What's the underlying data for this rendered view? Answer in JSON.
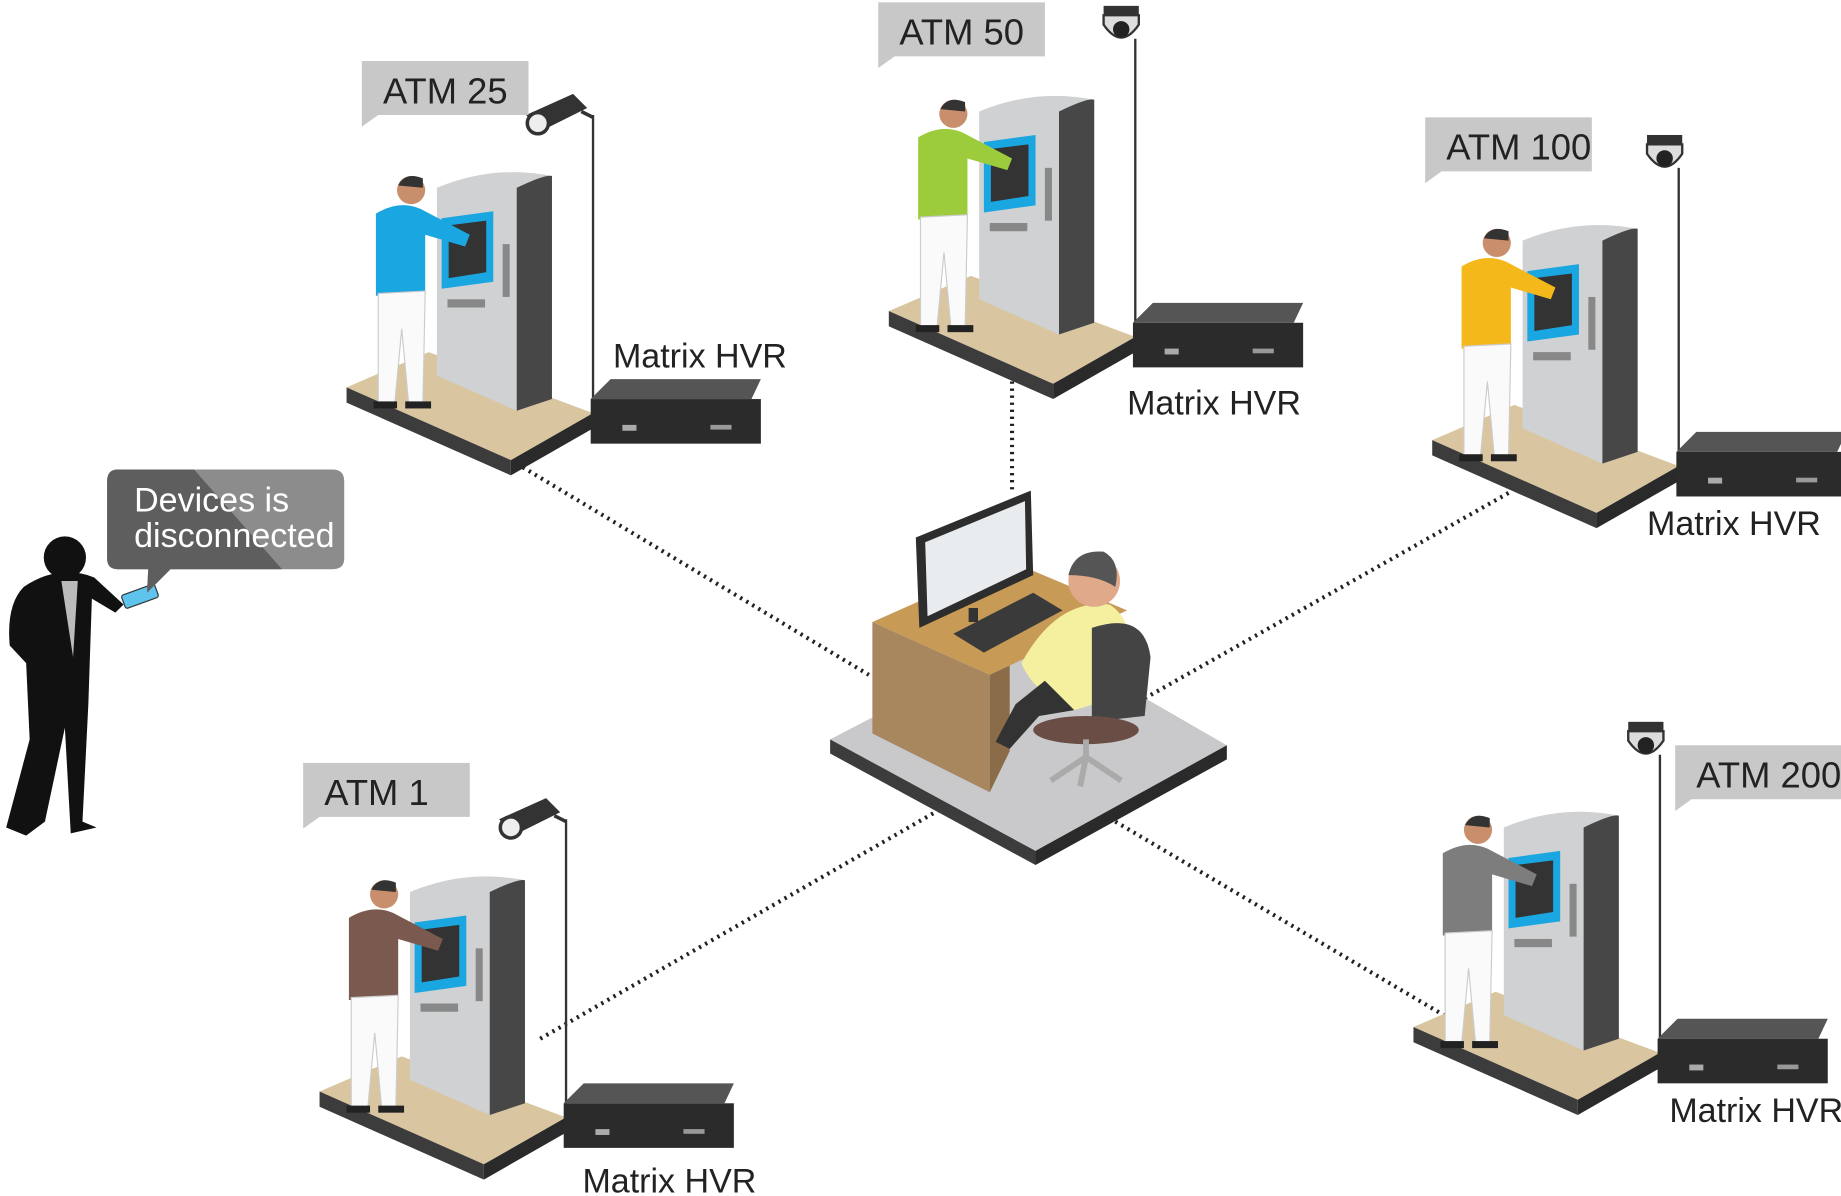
{
  "diagram": {
    "stations": [
      {
        "atm_label": "ATM 25",
        "recorder_label": "Matrix HVR",
        "customer_shirt_color": "#1aa6e0",
        "camera": "bullet-camera"
      },
      {
        "atm_label": "ATM 50",
        "recorder_label": "Matrix HVR",
        "customer_shirt_color": "#9ccc3c",
        "camera": "dome-camera"
      },
      {
        "atm_label": "ATM 100",
        "recorder_label": "Matrix HVR",
        "customer_shirt_color": "#f5b81a",
        "camera": "dome-camera"
      },
      {
        "atm_label": "ATM 1",
        "recorder_label": "Matrix HVR",
        "customer_shirt_color": "#7a5a4e",
        "camera": "bullet-camera"
      },
      {
        "atm_label": "ATM 200",
        "recorder_label": "Matrix HVR",
        "customer_shirt_color": "#7d7d7d",
        "camera": "dome-camera"
      }
    ],
    "alert_bubble": {
      "line1": "Devices is",
      "line2": "disconnected"
    },
    "colors": {
      "label_box": "#c8c8c8",
      "bubble_dark": "#5e5e5e",
      "bubble_light": "#8c8c8c",
      "atm_body": "#cfd1d3",
      "atm_side": "#474747",
      "platform": "#d9c6a0",
      "screen": "#1aa6e0"
    }
  }
}
